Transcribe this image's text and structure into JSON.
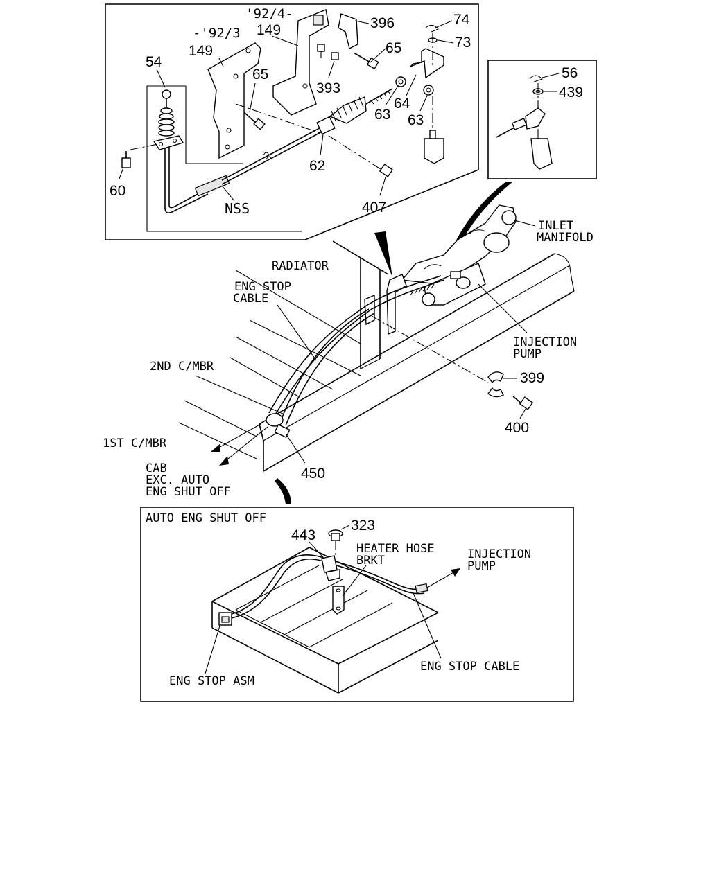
{
  "top_panel": {
    "labels": {
      "l_92_4": "'92/4-",
      "l_92_3": "-'92/3",
      "nss": "NSS"
    },
    "parts": {
      "p54": "54",
      "p149a": "149",
      "p149b": "149",
      "p65a": "65",
      "p65b": "65",
      "p396": "396",
      "p74": "74",
      "p73": "73",
      "p393": "393",
      "p63a": "63",
      "p63b": "63",
      "p64": "64",
      "p62": "62",
      "p60": "60",
      "p407": "407"
    }
  },
  "side_panel": {
    "parts": {
      "p56": "56",
      "p439": "439"
    }
  },
  "main_view": {
    "labels": {
      "inlet_1": "INLET",
      "inlet_2": "MANIFOLD",
      "radiator": "RADIATOR",
      "eng_stop_1": "ENG STOP",
      "eng_stop_2": "CABLE",
      "inj_1": "INJECTION",
      "inj_2": "PUMP",
      "cmbr2": "2ND C/MBR",
      "cmbr1": "1ST C/MBR",
      "cab_1": "CAB",
      "cab_2": "EXC. AUTO",
      "cab_3": "ENG SHUT OFF"
    },
    "parts": {
      "p399": "399",
      "p400": "400",
      "p450": "450"
    }
  },
  "auto_panel": {
    "title": "AUTO ENG SHUT OFF",
    "labels": {
      "heater_1": "HEATER HOSE",
      "heater_2": "BRKT",
      "inj_1": "INJECTION",
      "inj_2": "PUMP",
      "stop_asm": "ENG STOP ASM",
      "stop_cable": "ENG STOP CABLE"
    },
    "parts": {
      "p443": "443",
      "p323": "323"
    }
  }
}
